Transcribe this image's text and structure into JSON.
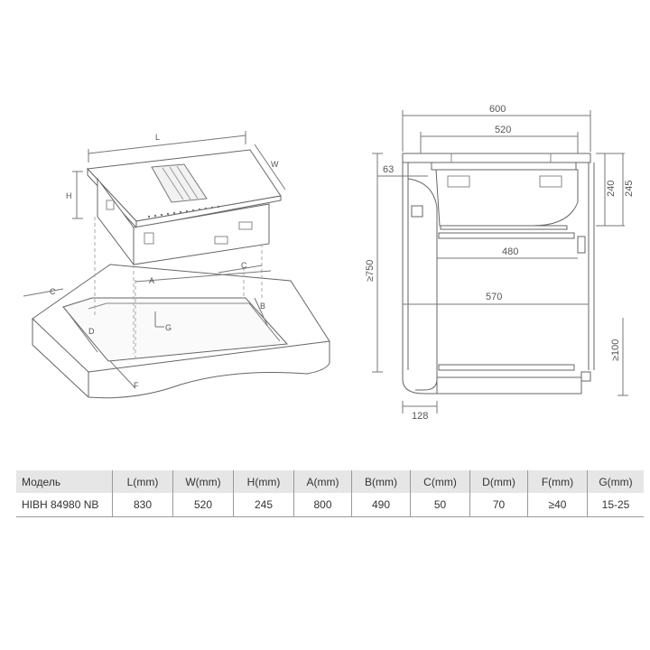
{
  "left_view": {
    "labels": {
      "L": "L",
      "W": "W",
      "H": "H",
      "A": "A",
      "B": "B",
      "C_left": "C",
      "C_right": "C",
      "D": "D",
      "F": "F",
      "G": "G"
    }
  },
  "right_view": {
    "dims": {
      "d600": "600",
      "d520": "520",
      "d63": "63",
      "d240": "240",
      "d245": "245",
      "d480": "480",
      "d570": "570",
      "d750": "≥750",
      "d100": "≥100",
      "d128": "128"
    }
  },
  "table": {
    "headers": [
      "Модель",
      "L(mm)",
      "W(mm)",
      "H(mm)",
      "A(mm)",
      "B(mm)",
      "C(mm)",
      "D(mm)",
      "F(mm)",
      "G(mm)"
    ],
    "rows": [
      [
        "HIBH 84980 NB",
        "830",
        "520",
        "245",
        "800",
        "490",
        "50",
        "70",
        "≥40",
        "15-25"
      ]
    ]
  }
}
